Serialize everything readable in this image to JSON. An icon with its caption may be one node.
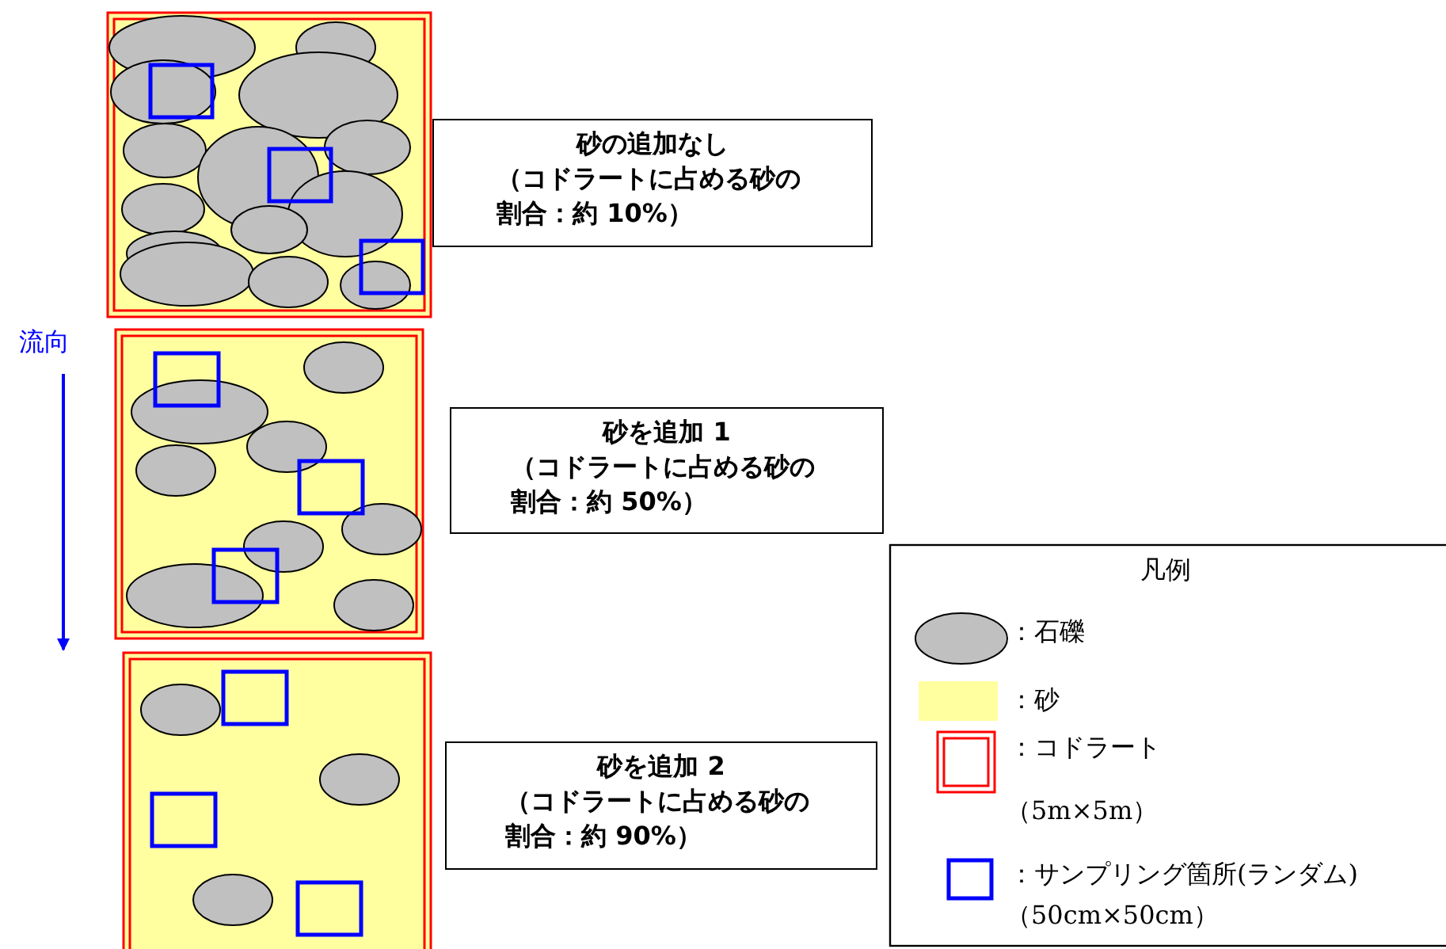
{
  "diagram": {
    "nodes": [
      {
        "text": [
          "砂の追加なし",
          "（コドラートに占める砂の割合：約 10%）"
        ]
      },
      {
        "text": [
          "砂を追加 1",
          "（コドラートに占める砂の割合：約 50%）"
        ]
      },
      {
        "text": [
          "砂を追加 2",
          "（コドラートに占める砂の割合：約 90%）"
        ]
      }
    ],
    "edges": [],
    "labels": [
      "流向",
      "凡例",
      "（5m×5m）",
      "（50cm×50cm）"
    ],
    "legend": [
      {
        "text": "：石礫"
      },
      {
        "text": "：砂",
        "color": "#ffffa0"
      },
      {
        "text": "：コドラート"
      },
      {
        "text": "：サンプリング箇所(ランダム)"
      }
    ]
  }
}
